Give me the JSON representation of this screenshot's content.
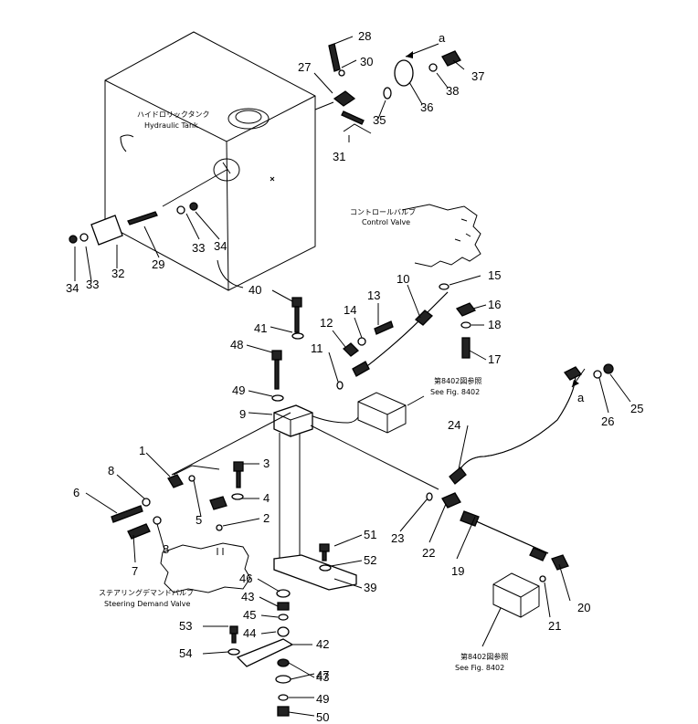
{
  "callouts": {
    "c1": "1",
    "c2": "2",
    "c3": "3",
    "c4": "4",
    "c5": "5",
    "c6": "6",
    "c7": "7",
    "c8a": "8",
    "c8b": "8",
    "c9": "9",
    "c10": "10",
    "c11": "11",
    "c12": "12",
    "c13": "13",
    "c14": "14",
    "c15": "15",
    "c16": "16",
    "c17": "17",
    "c18": "18",
    "c19": "19",
    "c20": "20",
    "c21": "21",
    "c22": "22",
    "c23": "23",
    "c24": "24",
    "c25": "25",
    "c26": "26",
    "c27": "27",
    "c28": "28",
    "c29": "29",
    "c30": "30",
    "c31": "31",
    "c32": "32",
    "c33a": "33",
    "c33b": "33",
    "c34a": "34",
    "c34b": "34",
    "c35": "35",
    "c36": "36",
    "c37": "37",
    "c38": "38",
    "c39": "39",
    "c40": "40",
    "c41": "41",
    "c42": "42",
    "c43a": "43",
    "c43b": "43",
    "c44": "44",
    "c45": "45",
    "c46": "46",
    "c47": "47",
    "c48": "48",
    "c49a": "49",
    "c49b": "49",
    "c50": "50",
    "c51": "51",
    "c52": "52",
    "c53": "53",
    "c54": "54",
    "ca1": "a",
    "ca2": "a"
  },
  "labels": {
    "tank_jp": "ハイドロリックタンク",
    "tank_en": "Hydraulic Tank",
    "cv_jp": "コントロールバルブ",
    "cv_en": "Control Valve",
    "sdv_jp": "ステアリングデマンドバルブ",
    "sdv_en": "Steering Demand Valve",
    "ref1_jp": "第8402図参照",
    "ref1_en": "See Fig. 8402",
    "ref2_jp": "第8402図参照",
    "ref2_en": "See Fig. 8402"
  }
}
